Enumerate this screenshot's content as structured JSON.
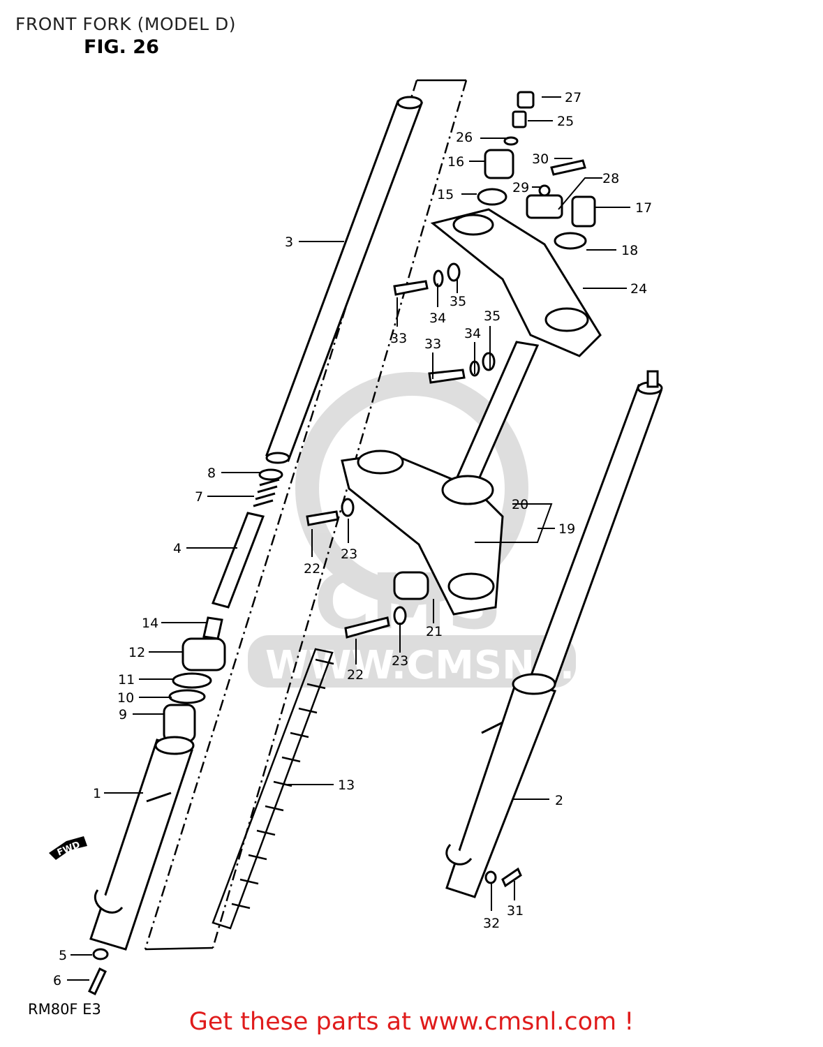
{
  "header": {
    "title": "FRONT FORK (MODEL D)",
    "figure": "FIG. 26"
  },
  "footer": {
    "model_code": "RM80F E3",
    "link_text": "Get these parts at www.cmsnl.com !"
  },
  "watermark": {
    "text": "WWW.CMSNL.COM",
    "logo_text": "CMS"
  },
  "fwd_label": "FWD",
  "callouts": [
    "1",
    "2",
    "3",
    "4",
    "5",
    "6",
    "7",
    "8",
    "9",
    "10",
    "11",
    "12",
    "13",
    "14",
    "15",
    "16",
    "17",
    "18",
    "19",
    "20",
    "21",
    "22",
    "22",
    "23",
    "23",
    "24",
    "25",
    "26",
    "27",
    "28",
    "29",
    "30",
    "31",
    "32",
    "33",
    "33",
    "34",
    "34",
    "35",
    "35"
  ]
}
